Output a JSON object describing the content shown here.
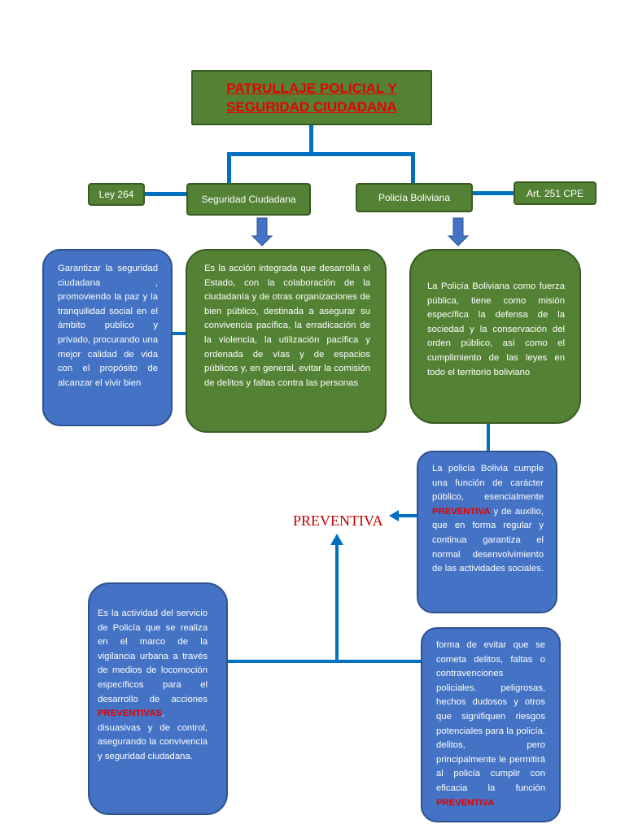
{
  "title": "PATRULLAJE POLICIAL Y SEGURIDAD CIUDADANA",
  "nodes": {
    "ley": "Ley 264",
    "seguridad": "Seguridad Ciudadana",
    "policia": "Policía Boliviana",
    "art": "Art. 251  CPE"
  },
  "texts": {
    "garantizar": "Garantizar la seguridad ciudadana , promoviendo la paz y la tranquilidad social en el ámbito publico y privado, procurando una mejor calidad de vida con el propósito de alcanzar el vivir bien",
    "accion": "Es la acción integrada que desarrolla el Estado, con la colaboración de la ciudadanía y de otras organizaciones de bien público, destinada a asegurar su convivencia pacífica, la erradicación de la violencia, la utilización pacífica y ordenada de vías y de espacios públicos y, en general, evitar la comisión de delitos y faltas contra las personas",
    "policia_desc": "La Policía Boliviana como fuerza pública, tiene como misión específica la defensa de la sociedad y la conservación del orden público, así como el cumplimiento de las leyes en todo el territorio boliviano",
    "funcion_a": "La policía Bolivia cumple una función de carácter público, esencialmente ",
    "funcion_red": "PREVENTIVA",
    "funcion_b": " y de auxilio, que en forma regular y continua garantiza el normal desenvolvimiento de las actividades sociales.",
    "actividad_a": "Es la actividad del servicio de Policía que se realiza en el marco de la vigilancia urbana a través de medios de locomoción específicos para el desarrollo de acciones ",
    "actividad_red": "PREVENTIVAS",
    "actividad_b": ", disuasivas y de control, asegurando la convivencia y seguridad ciudadana.",
    "forma_a": "forma de evitar que se cometa delitos, faltas o contravenciones policiales. peligrosas, hechos dudosos y otros que signifiquen riesgos potenciales para la policía. delitos, pero principalmente le permitirá al policía cumplir con eficacia la función ",
    "forma_red": "PREVENTIVA"
  },
  "preventiva_label": "PREVENTIVA",
  "colors": {
    "green": "#548235",
    "blue": "#4472c4",
    "connector": "#0070c0",
    "accent_red": "#e30000"
  }
}
